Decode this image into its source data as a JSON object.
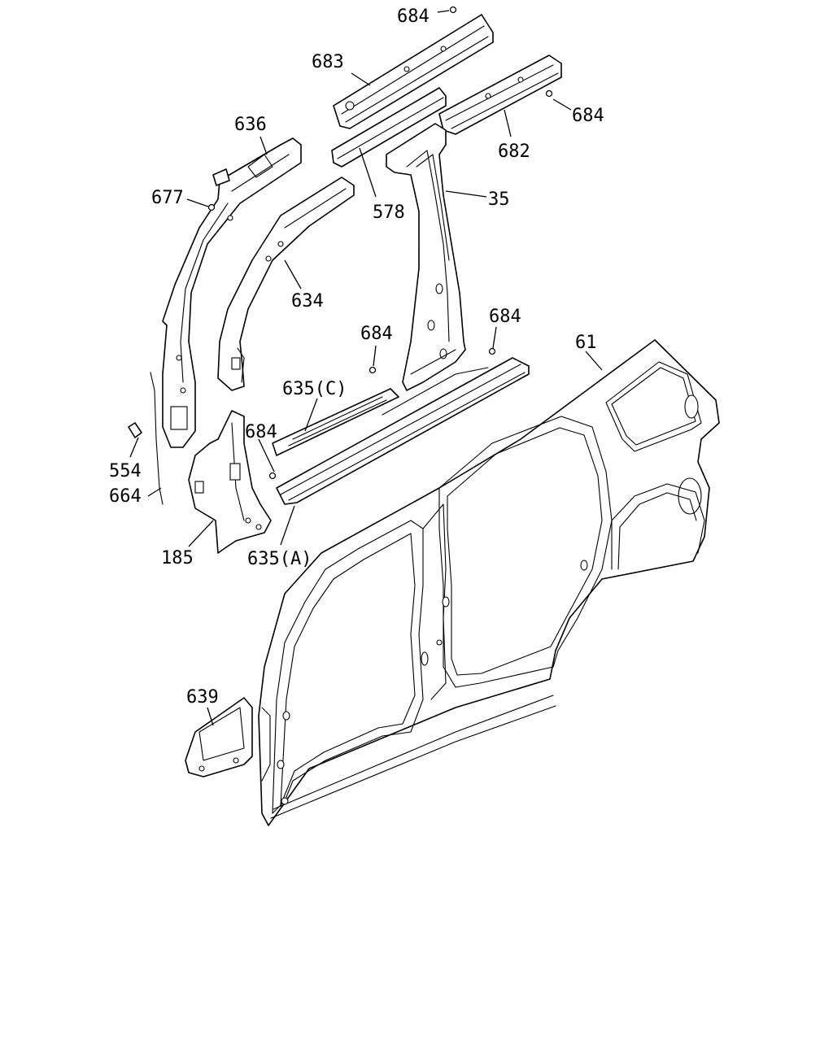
{
  "callouts": {
    "c684_top": "684",
    "c683": "683",
    "c684_right": "684",
    "c682": "682",
    "c636": "636",
    "c677": "677",
    "c578": "578",
    "c35": "35",
    "c634": "634",
    "c684_mid": "684",
    "c684_sill": "684",
    "c61": "61",
    "c635c": "635(C)",
    "c684_left": "684",
    "c554": "554",
    "c664": "664",
    "c185": "185",
    "c635a": "635(A)",
    "c639": "639"
  }
}
